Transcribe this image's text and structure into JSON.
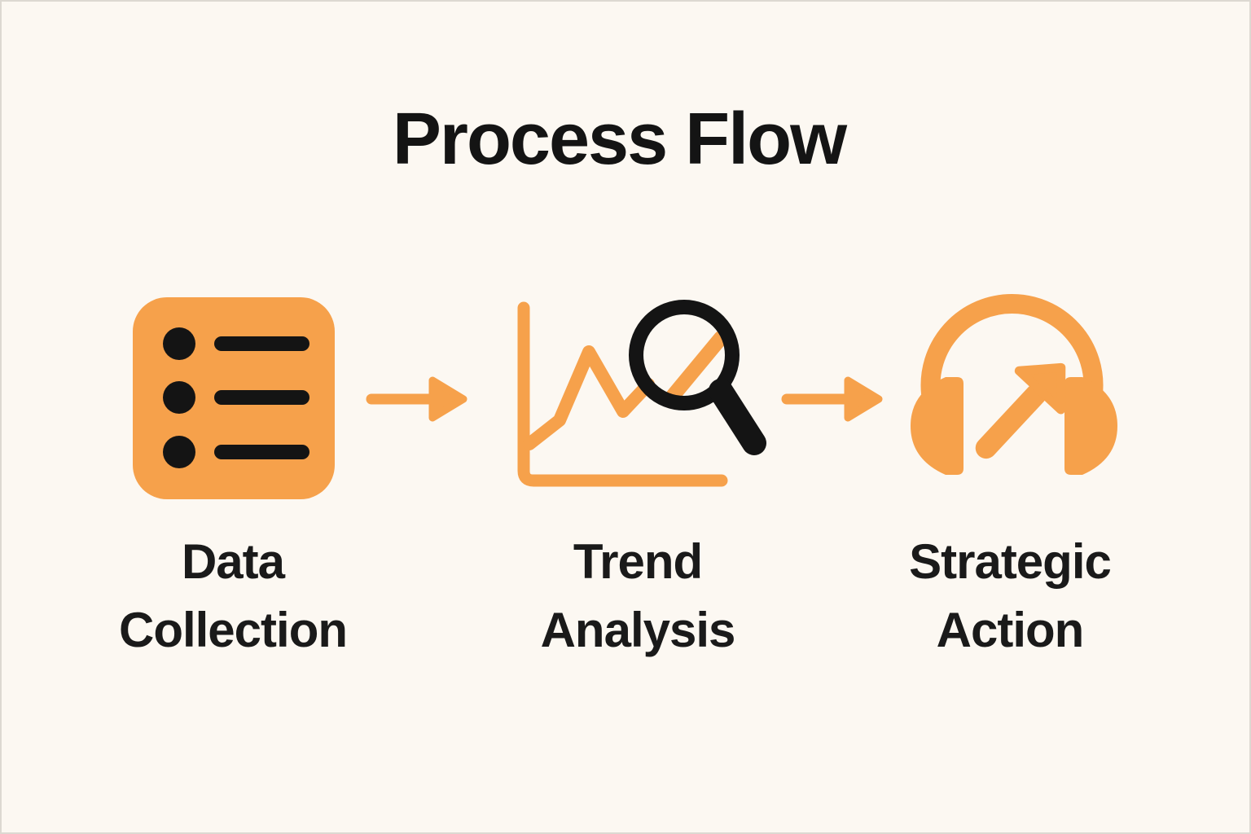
{
  "title": "Process Flow",
  "steps": [
    {
      "id": "data-collection",
      "label_line1": "Data",
      "label_line2": "Collection",
      "icon": "list-icon"
    },
    {
      "id": "trend-analysis",
      "label_line1": "Trend",
      "label_line2": "Analysis",
      "icon": "chart-magnifier-icon"
    },
    {
      "id": "strategic-action",
      "label_line1": "Strategic",
      "label_line2": "Action",
      "icon": "headphones-trend-arrow-icon"
    }
  ],
  "connectors": [
    {
      "icon": "arrow-right-icon"
    },
    {
      "icon": "arrow-right-icon"
    }
  ],
  "colors": {
    "orange": "#F6A14B",
    "black": "#141414",
    "text": "#1A1A1A",
    "background": "#FCF8F2"
  }
}
